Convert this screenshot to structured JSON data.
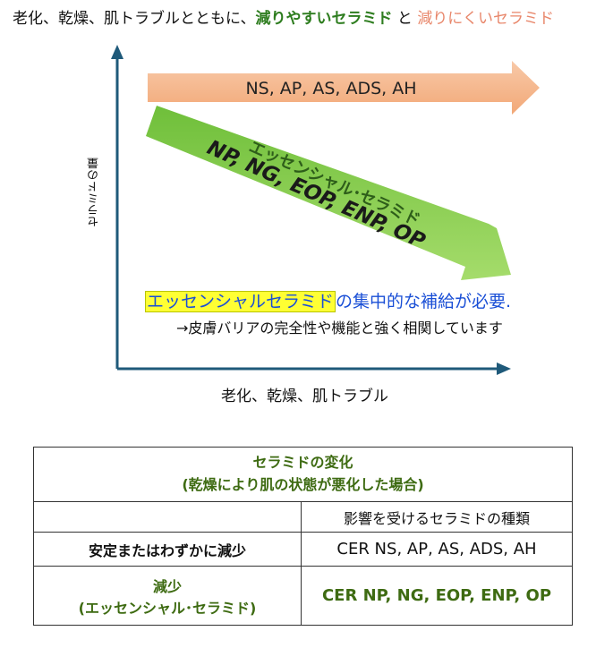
{
  "title": {
    "prefix": "老化、乾燥、肌トラブルとともに、",
    "decreasing": "減りやすいセラミド",
    "connector": " と ",
    "stable": "減りにくいセラミド"
  },
  "axes": {
    "y_label": "セラミドの量",
    "x_label": "老化、乾燥、肌トラブル"
  },
  "orange_arrow": {
    "label": "NS, AP, AS, ADS, AH"
  },
  "green_arrow": {
    "heading": "エッセンシャル･セラミド",
    "list": "NP, NG, EOP, ENP, OP"
  },
  "message": {
    "highlight": "エッセンシャルセラミド",
    "rest": "の集中的な補給が必要.",
    "note": "→皮膚バリアの完全性や機能と強く相関しています"
  },
  "table": {
    "header_line1": "セラミドの変化",
    "header_line2": "(乾燥により肌の状態が悪化した場合)",
    "col_header": "影響を受けるセラミドの種類",
    "row1_label": "安定またはわずかに減少",
    "row1_value": "CER NS, AP, AS, ADS, AH",
    "row2_label_line1": "減少",
    "row2_label_line2": "(エッセンシャル･セラミド)",
    "row2_value": "CER NP, NG, EOP, ENP, OP"
  },
  "colors": {
    "orange_arrow": "#f4b183",
    "green_arrow": "#92d050",
    "axis": "#1f5a7a",
    "header_green": "#3e6b12"
  }
}
